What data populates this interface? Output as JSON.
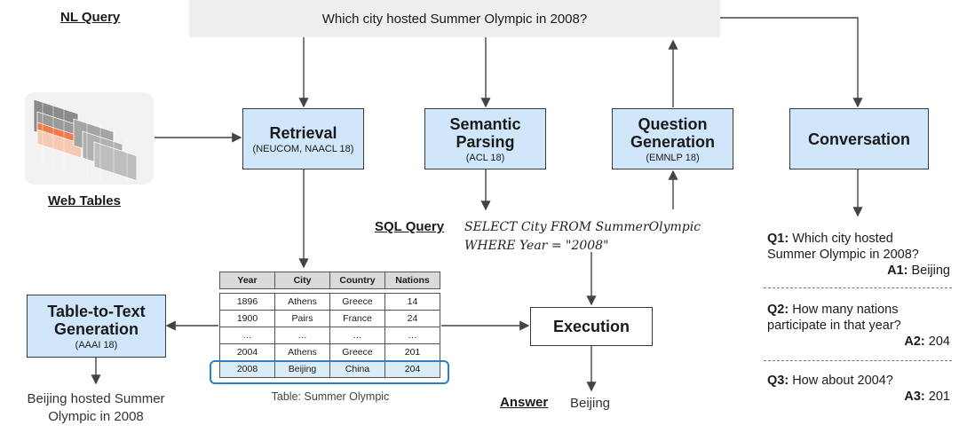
{
  "nl_query_label": "NL Query",
  "nl_query_text": "Which city hosted Summer Olympic in 2008?",
  "web_tables_label": "Web Tables",
  "boxes": {
    "retrieval": {
      "title": "Retrieval",
      "sub": "(NEUCOM, NAACL 18)"
    },
    "semantic_parsing": {
      "title_line1": "Semantic",
      "title_line2": "Parsing",
      "sub": "(ACL 18)"
    },
    "question_generation": {
      "title_line1": "Question",
      "title_line2": "Generation",
      "sub": "(EMNLP 18)"
    },
    "conversation": {
      "title": "Conversation"
    },
    "table_to_text": {
      "title_line1": "Table-to-Text",
      "title_line2": "Generation",
      "sub": "(AAAI 18)"
    },
    "execution": {
      "title": "Execution"
    }
  },
  "sql_label": "SQL Query",
  "sql_line1": "SELECT City FROM SummerOlympic",
  "sql_line2": "WHERE Year  = \"2008\"",
  "table": {
    "headers": [
      "Year",
      "City",
      "Country",
      "Nations"
    ],
    "rows": [
      [
        "1896",
        "Athens",
        "Greece",
        "14"
      ],
      [
        "1900",
        "Pairs",
        "France",
        "24"
      ],
      [
        "…",
        "…",
        "…",
        "…"
      ],
      [
        "2004",
        "Athens",
        "Greece",
        "201"
      ],
      [
        "2008",
        "Beijing",
        "China",
        "204"
      ]
    ],
    "caption": "Table: Summer Olympic"
  },
  "t2t_output_line1": "Beijing hosted Summer",
  "t2t_output_line2": "Olympic in 2008",
  "answer_label": "Answer",
  "answer_value": "Beijing",
  "conversation": [
    {
      "q_label": "Q1:",
      "q_line1": "Which city hosted",
      "q_line2": "Summer Olympic in 2008?",
      "a_label": "A1:",
      "a_value": "Beijing"
    },
    {
      "q_label": "Q2:",
      "q_line1": "How many nations",
      "q_line2": "participate in that year?",
      "a_label": "A2:",
      "a_value": "204"
    },
    {
      "q_label": "Q3:",
      "q_line1": "How about 2004?",
      "q_line2": "",
      "a_label": "A3:",
      "a_value": "201"
    }
  ],
  "colors": {
    "box_fill": "#cfe6fb",
    "highlight": "#2f7fc1",
    "table_accent": "#f07a4a"
  }
}
